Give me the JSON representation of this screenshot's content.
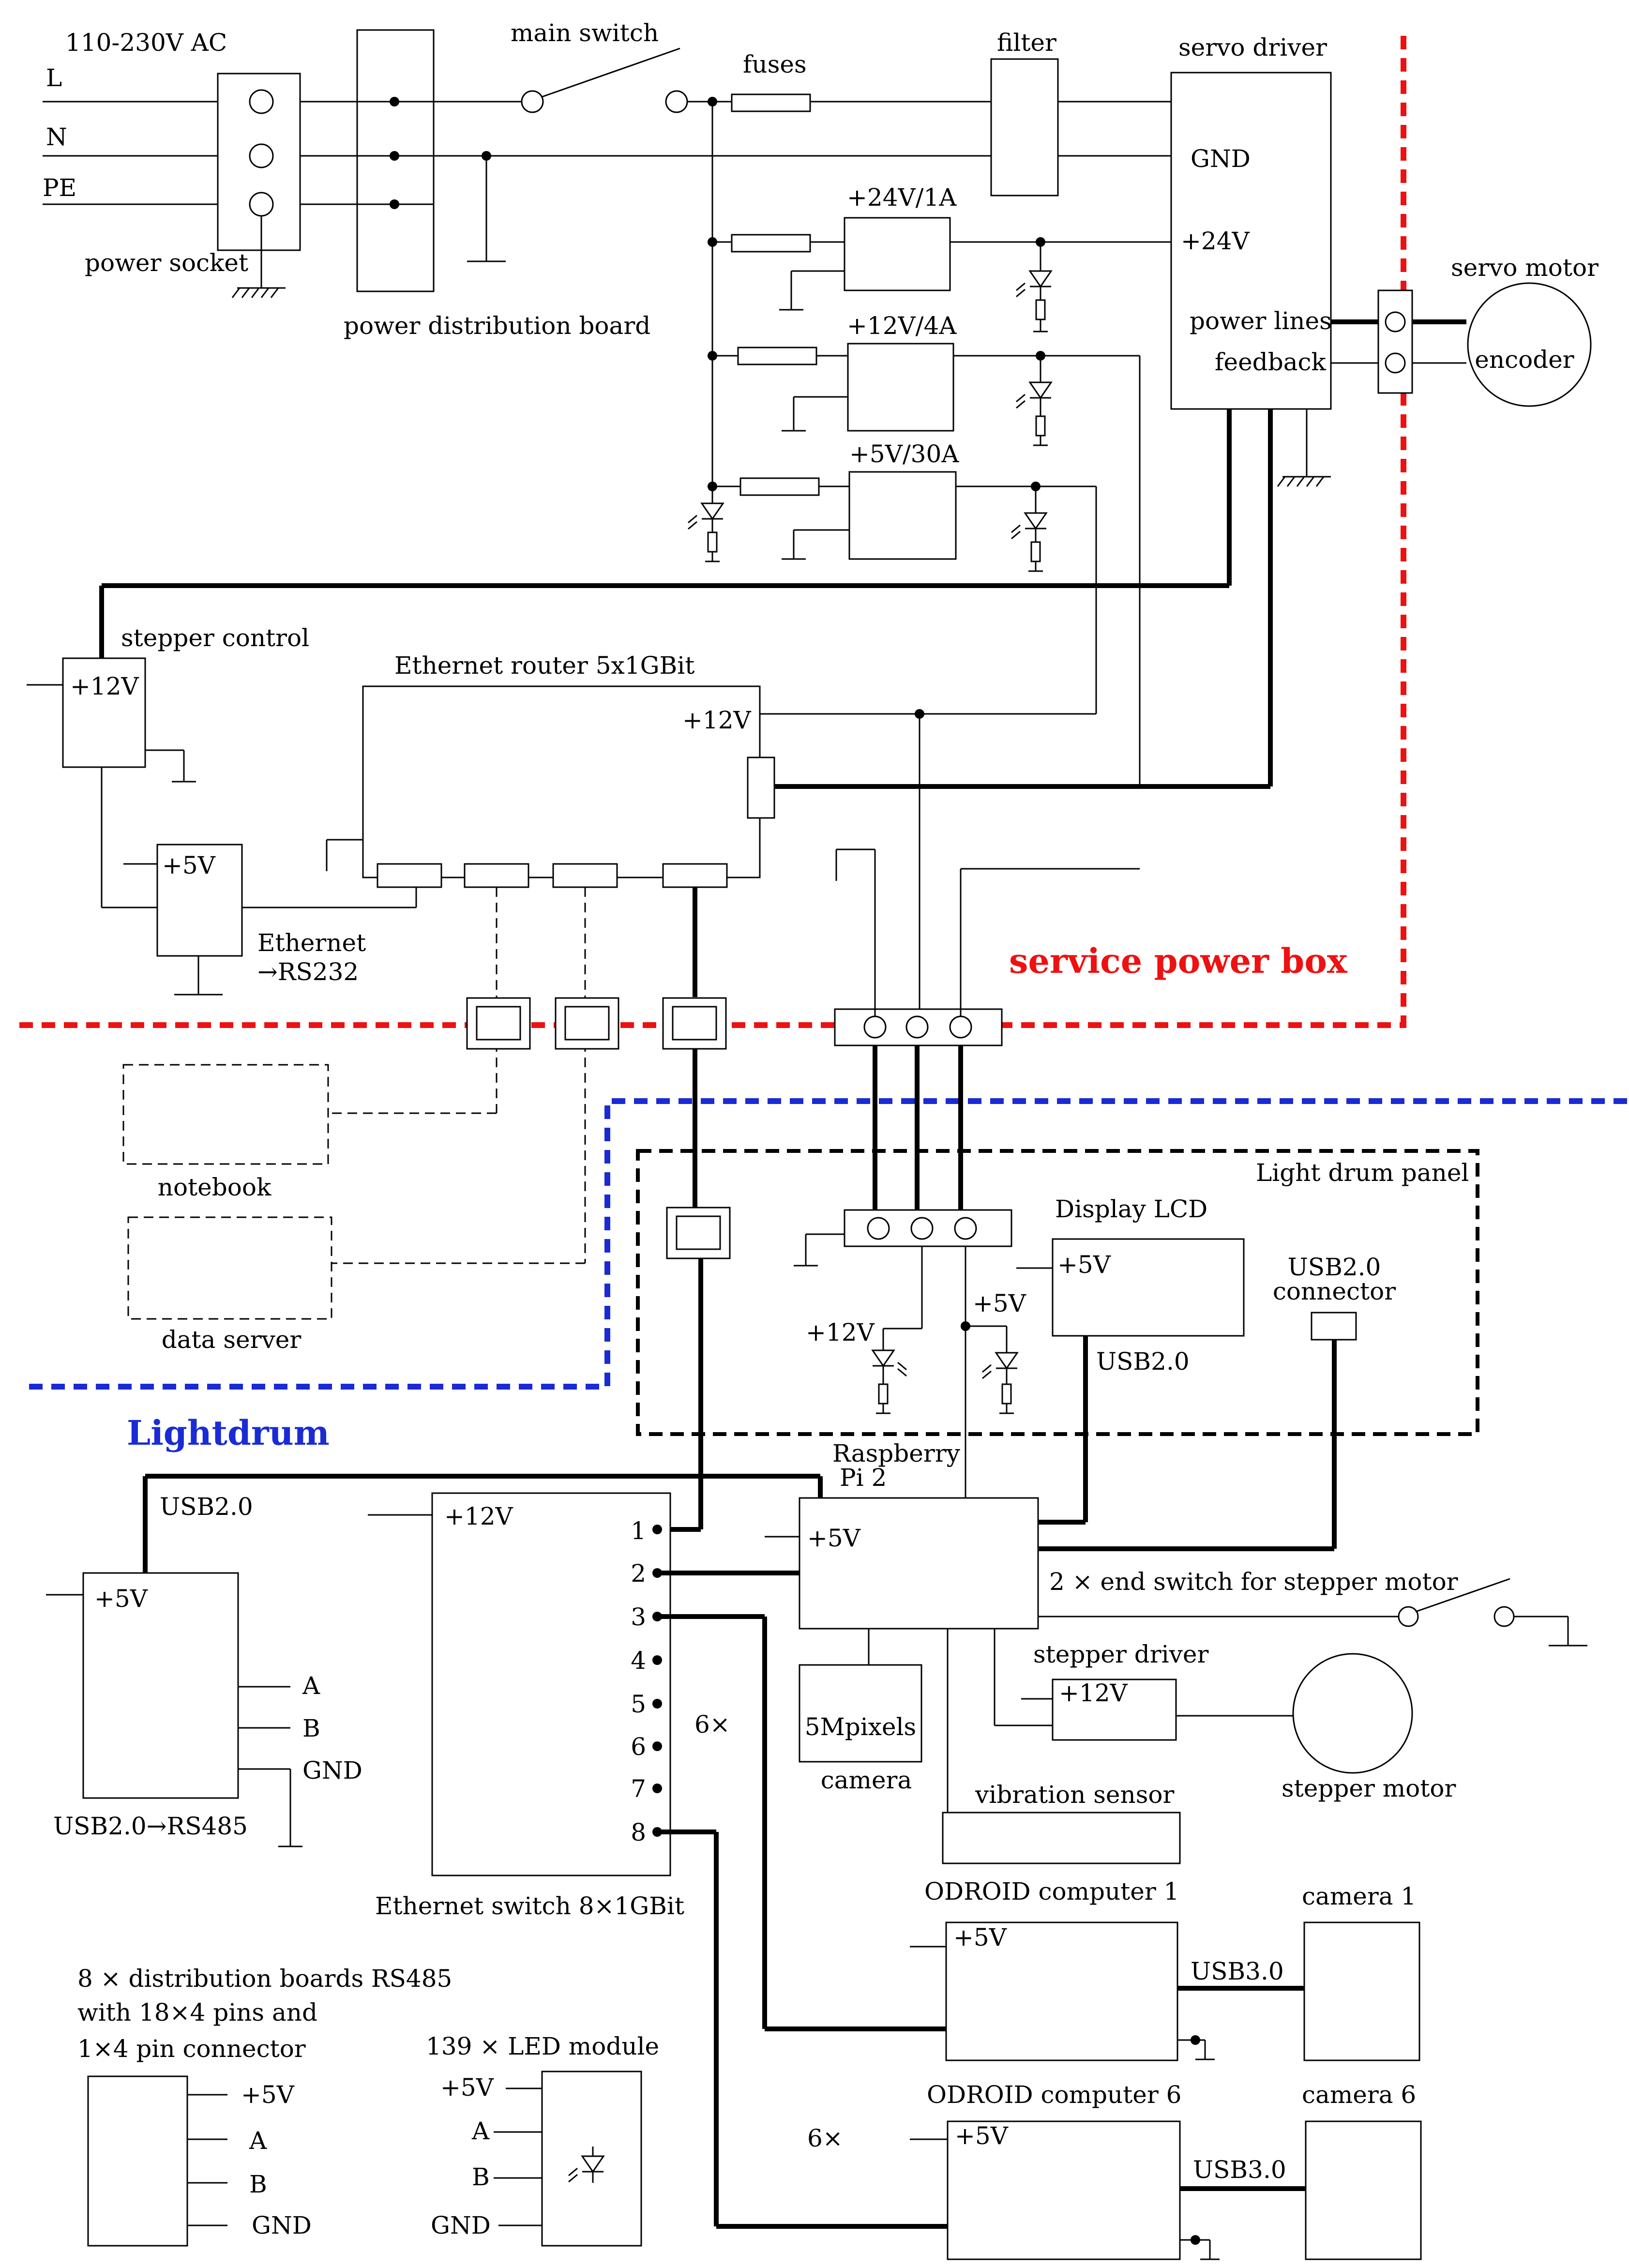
{
  "mains": {
    "title": "110-230V AC",
    "line_l": "L",
    "line_n": "N",
    "line_pe": "PE",
    "power_socket": "power socket",
    "distribution_board": "power distribution board",
    "main_switch": "main switch",
    "fuses": "fuses",
    "filter": "filter"
  },
  "supplies": {
    "psu_24": "+24V/1A",
    "psu_12": "+12V/4A",
    "psu_5": "+5V/30A"
  },
  "servo": {
    "driver": "servo driver",
    "gnd": "GND",
    "plus24": "+24V",
    "power_lines": "power lines",
    "feedback": "feedback",
    "motor": "servo motor",
    "encoder": "encoder"
  },
  "stepper_control": {
    "title": "stepper control",
    "v12": "+12V",
    "v5": "+5V",
    "eth_rs232_1": "Ethernet",
    "eth_rs232_2": "→RS232"
  },
  "router": {
    "title": "Ethernet router 5x1GBit",
    "v12": "+12V"
  },
  "zones": {
    "service_power_box": "service power box",
    "lightdrum": "Lightdrum",
    "light_drum_panel": "Light drum panel"
  },
  "externals": {
    "notebook": "notebook",
    "data_server": "data server"
  },
  "panel": {
    "display": "Display LCD",
    "display_v5": "+5V",
    "display_usb": "USB2.0",
    "usb_conn_1": "USB2.0",
    "usb_conn_2": "connector",
    "led_12": "+12V",
    "led_5": "+5V"
  },
  "rs485": {
    "usb_label": "USB2.0",
    "v5": "+5V",
    "a": "A",
    "b": "B",
    "gnd": "GND",
    "title": "USB2.0→RS485"
  },
  "switch": {
    "v12": "+12V",
    "title": "Ethernet switch 8×1GBit",
    "ports": [
      "1",
      "2",
      "3",
      "4",
      "5",
      "6",
      "7",
      "8"
    ],
    "mult": "6×"
  },
  "rpi": {
    "title_1": "Raspberry",
    "title_2": "Pi 2",
    "v5": "+5V",
    "end_switch": "2 × end switch for stepper motor",
    "camera_box": "5Mpixels",
    "camera": "camera",
    "stepper_driver": "stepper driver",
    "stepper_v12": "+12V",
    "stepper_motor": "stepper motor",
    "vibration": "vibration sensor"
  },
  "odroid": {
    "title_1": "ODROID computer 1",
    "title_6": "ODROID computer 6",
    "v5": "+5V",
    "usb3": "USB3.0",
    "camera_1": "camera 1",
    "camera_6": "camera 6",
    "mult": "6×"
  },
  "legend": {
    "dist_1": "8 × distribution boards RS485",
    "dist_2": "with 18×4 pins and",
    "dist_3": "1×4 pin connector",
    "v5": "+5V",
    "a": "A",
    "b": "B",
    "gnd": "GND",
    "led_title": "139 × LED module",
    "led_v5": "+5V",
    "led_a": "A",
    "led_b": "B",
    "led_gnd": "GND"
  }
}
